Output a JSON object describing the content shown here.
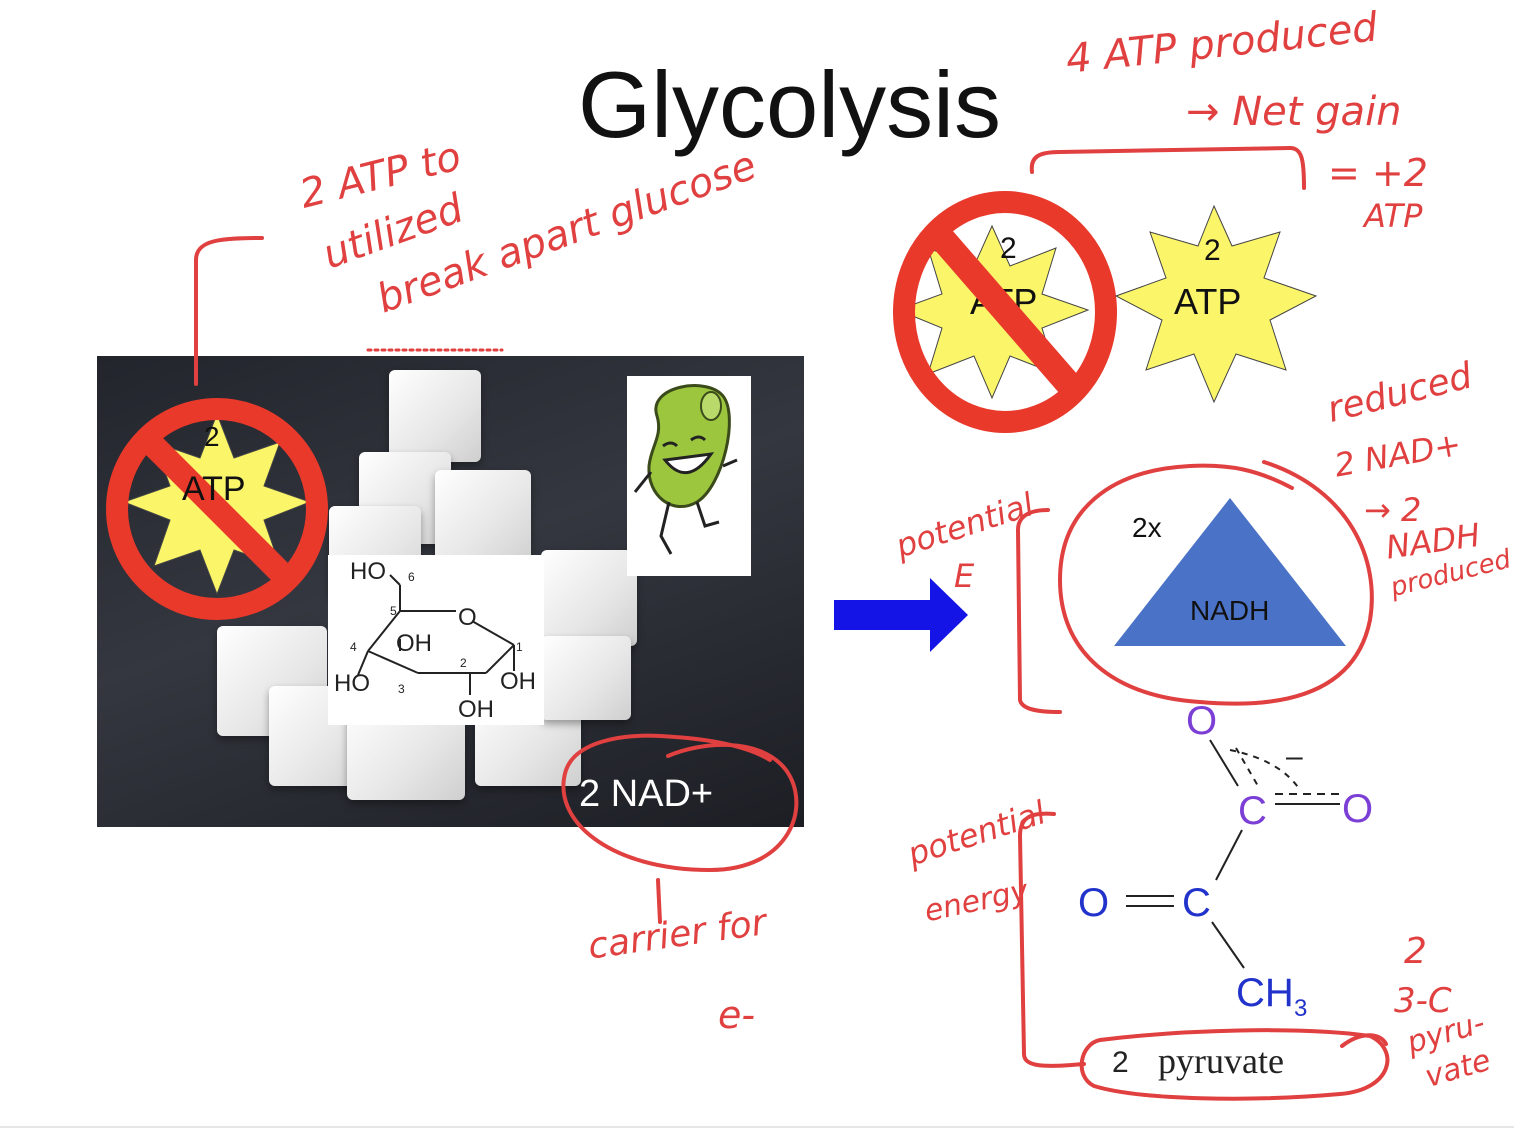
{
  "slide": {
    "title": "Glycolysis"
  },
  "atp_used": {
    "count": "2",
    "label": "ATP"
  },
  "atp_produced": [
    {
      "count": "2",
      "label": "ATP"
    },
    {
      "count": "2",
      "label": "ATP"
    }
  ],
  "nad": {
    "label": "2 NAD+"
  },
  "nadh": {
    "multiplier": "2x",
    "label": "NADH"
  },
  "glucose_labels": [
    "HO",
    "6",
    "5",
    "O",
    "4",
    "OH",
    "1",
    "2",
    "HO",
    "3",
    "OH",
    "OH"
  ],
  "pyruvate_structure": {
    "o_top": "O",
    "c_upper": "C",
    "minus": "–",
    "o_right": "O",
    "o_left": "O",
    "c_lower": "C",
    "ch3": "CH",
    "sub3": "3"
  },
  "pyruvate": {
    "count": "2",
    "label": "pyruvate"
  },
  "annotations": {
    "atp_used_line1": "2  ATP   to",
    "atp_used_line2": "utilized",
    "atp_used_line3": "break apart glucose",
    "atp_produced_line1": "4 ATP produced",
    "atp_produced_line2": "→ Net  gain",
    "atp_produced_line3": "= +2",
    "atp_produced_line4": "ATP",
    "nadh_line1": "reduced",
    "nadh_line2": "2 NAD+",
    "nadh_line3": "→ 2",
    "nadh_line4": "NADH",
    "nadh_line5": "produced",
    "potential_e_1": "potential",
    "potential_e_2": "E",
    "potential_energy_1": "potential",
    "potential_energy_2": "energy",
    "carrier_1": "carrier  for",
    "carrier_2": "e-",
    "pyr_note_1": "2",
    "pyr_note_2": "3-C",
    "pyr_note_3": "pyru-",
    "pyr_note_4": "vate"
  },
  "colors": {
    "ink": "#e0403f",
    "no_sign": "#e8392b",
    "atp_star": "#fbf56a",
    "nadh_triangle": "#4a72c6",
    "arrow": "#1414e6",
    "molecule": "#7b3fd6"
  }
}
